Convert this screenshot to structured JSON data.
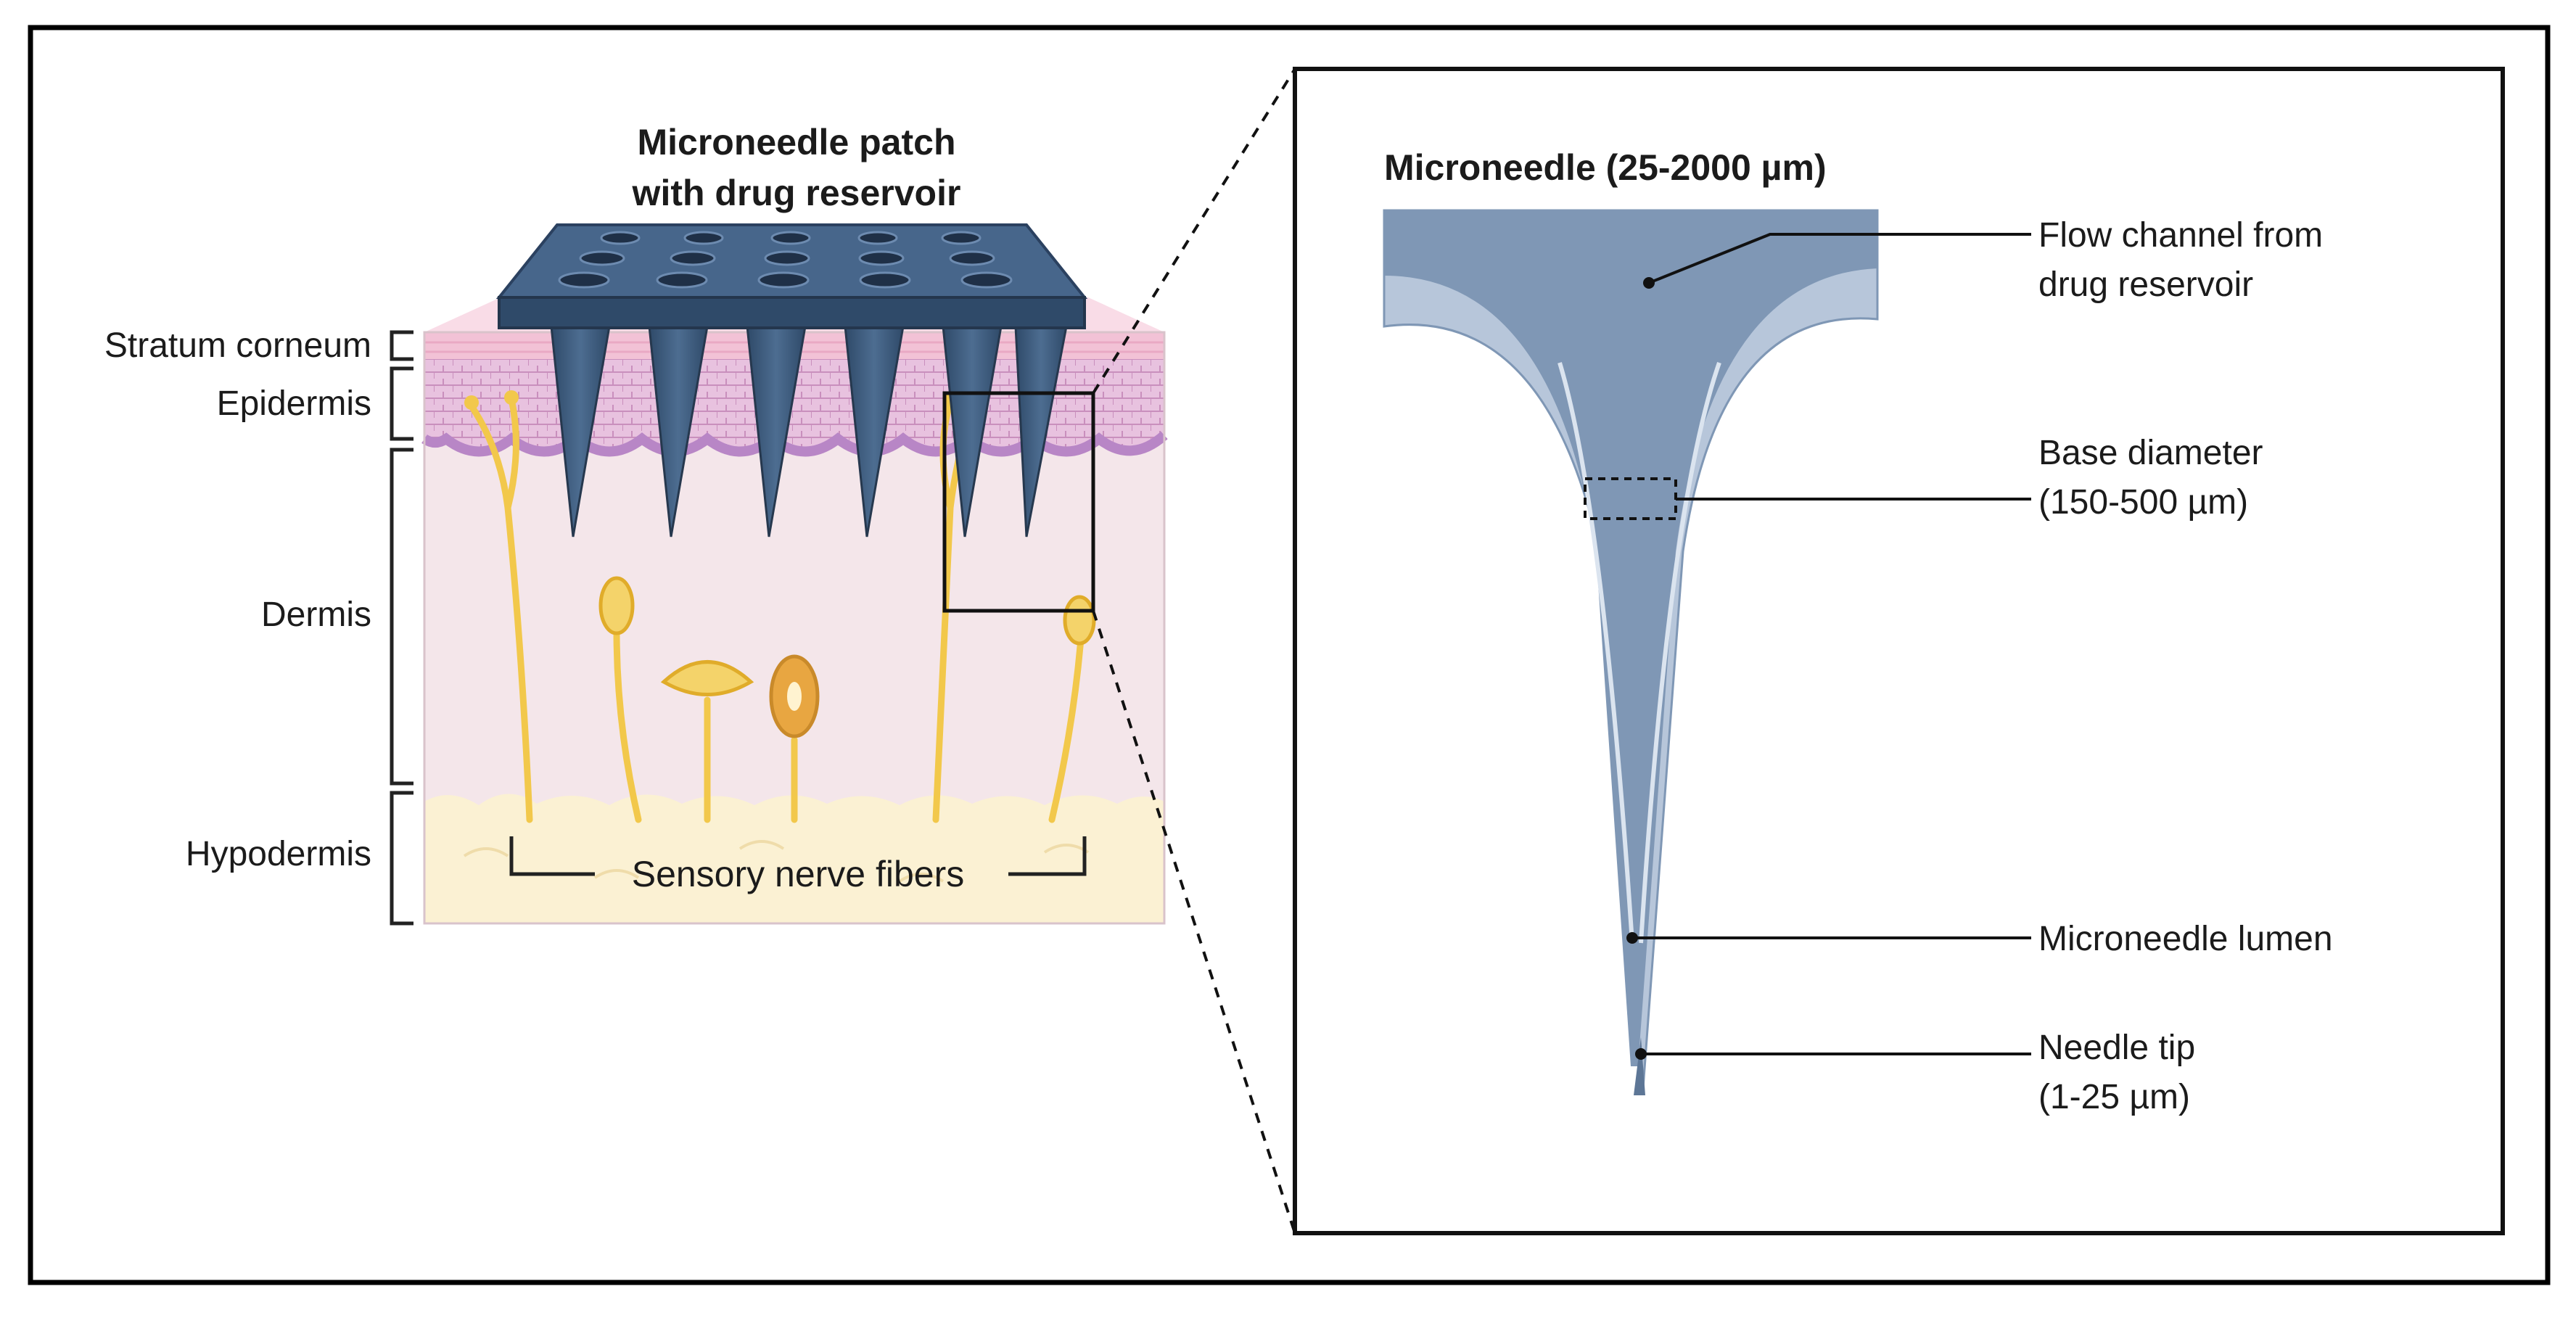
{
  "patch": {
    "title_line1": "Microneedle patch",
    "title_line2": "with drug reservoir"
  },
  "layers": {
    "stratum_corneum": "Stratum corneum",
    "epidermis": "Epidermis",
    "dermis": "Dermis",
    "hypodermis": "Hypodermis"
  },
  "nerves": {
    "label": "Sensory nerve fibers"
  },
  "detail": {
    "title": "Microneedle (25-2000 µm)",
    "flow_line1": "Flow channel from",
    "flow_line2": "drug reservoir",
    "base_line1": "Base diameter",
    "base_line2": "(150-500 µm)",
    "lumen": "Microneedle lumen",
    "tip_line1": "Needle tip",
    "tip_line2": "(1-25 µm)"
  },
  "colors": {
    "needle": "#3f5e80",
    "skin_pink": "#f6d4e1",
    "epidermis": "#e3b5d8",
    "dermis": "#f4e6ea",
    "hypodermis": "#fbf1d3",
    "nerve": "#f2c84b",
    "needle_detail": "#7d95b3"
  }
}
